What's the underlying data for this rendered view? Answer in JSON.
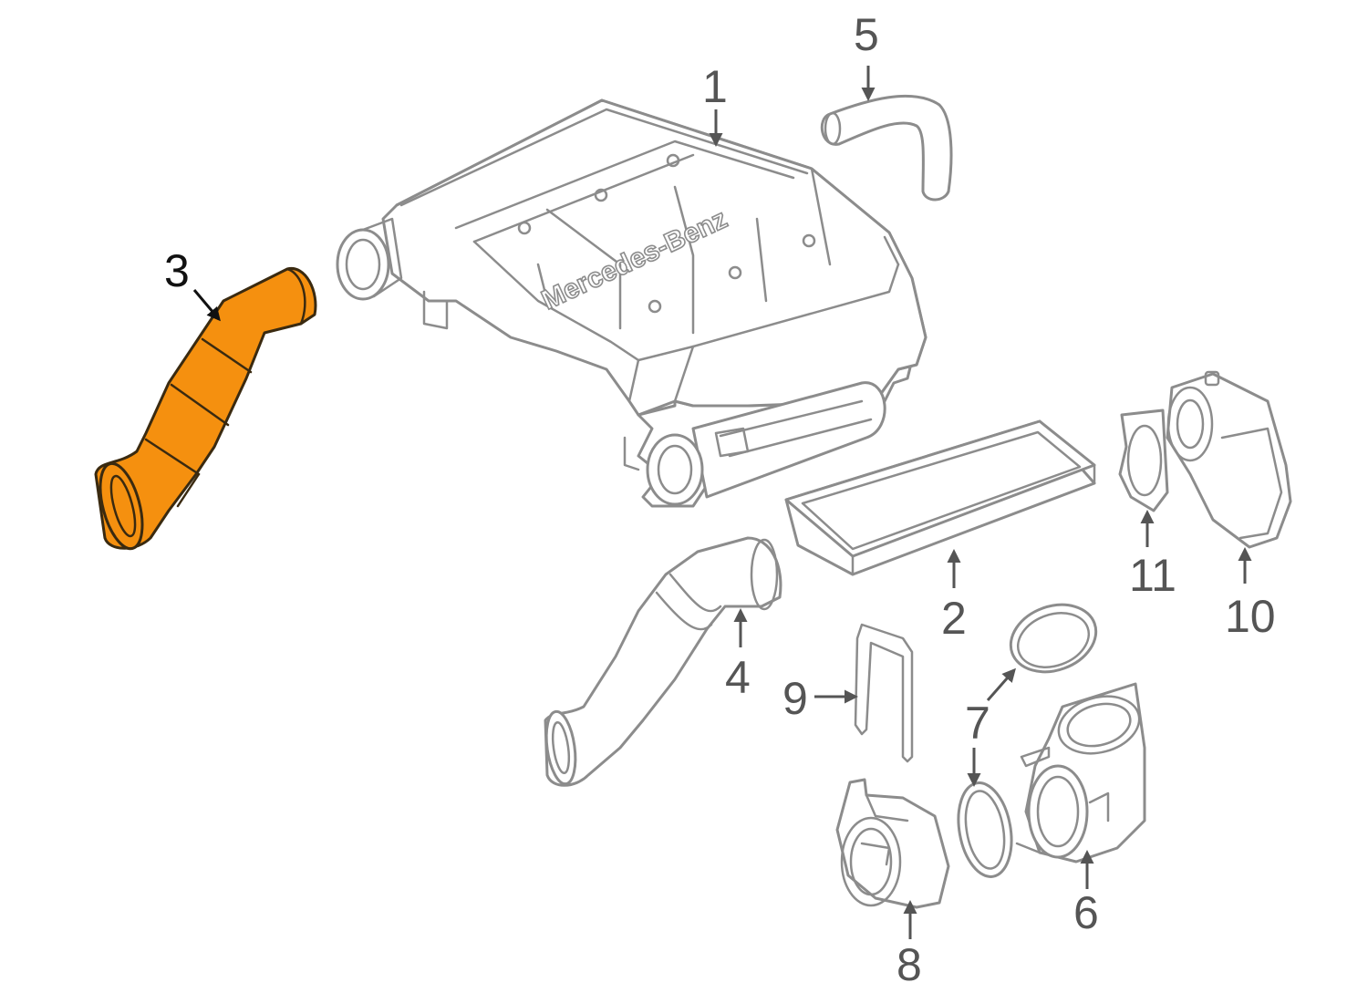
{
  "diagram": {
    "highlighted_part": "3",
    "accent_color": "#f5900f",
    "line_color": "#8c8c8c",
    "brand_lettering": "Mercedes-Benz",
    "callouts": [
      {
        "id": "c1",
        "label": "1",
        "part": "air-cleaner-housing"
      },
      {
        "id": "c2",
        "label": "2",
        "part": "air-filter-element"
      },
      {
        "id": "c3",
        "label": "3",
        "part": "intake-duct-highlighted"
      },
      {
        "id": "c4",
        "label": "4",
        "part": "intake-duct"
      },
      {
        "id": "c5",
        "label": "5",
        "part": "hose"
      },
      {
        "id": "c6",
        "label": "6",
        "part": "intake-adapter"
      },
      {
        "id": "c7",
        "label": "7",
        "part": "seal-ring"
      },
      {
        "id": "c8",
        "label": "8",
        "part": "mass-air-flow-sensor"
      },
      {
        "id": "c9",
        "label": "9",
        "part": "gasket"
      },
      {
        "id": "c10",
        "label": "10",
        "part": "throttle-body"
      },
      {
        "id": "c11",
        "label": "11",
        "part": "throttle-body-gasket"
      }
    ]
  }
}
